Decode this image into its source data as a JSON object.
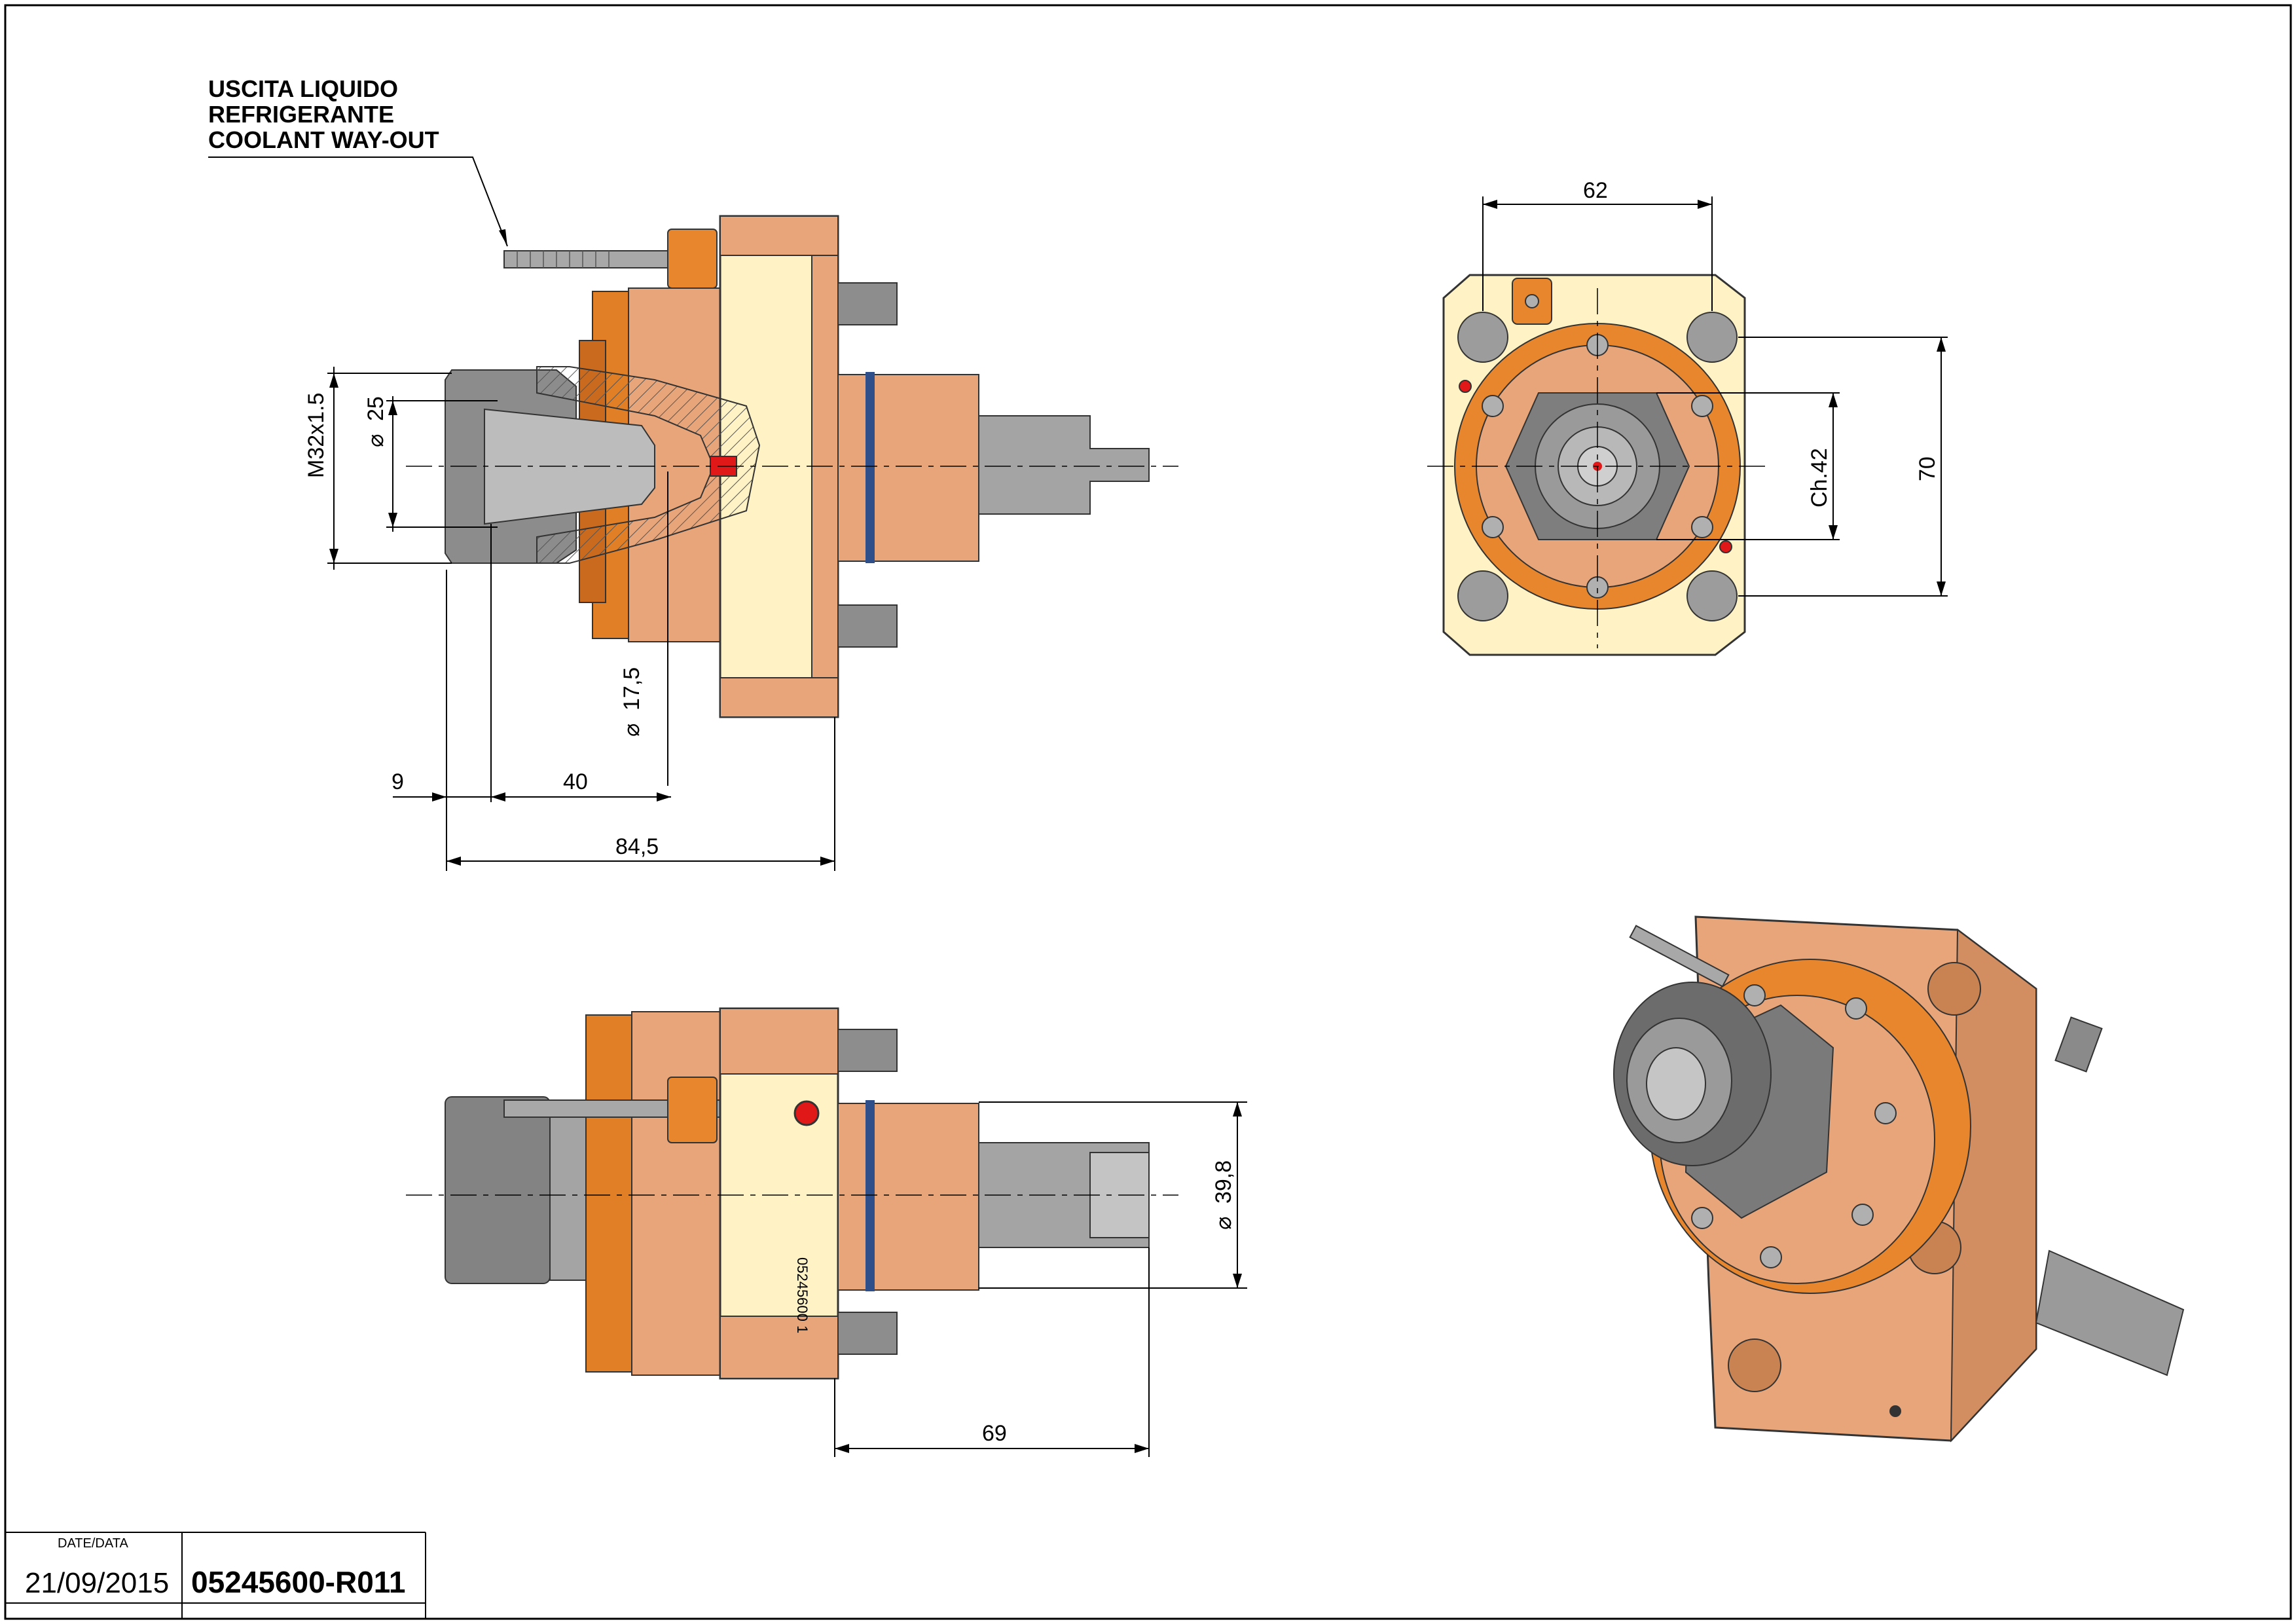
{
  "note": {
    "lines": [
      "USCITA LIQUIDO",
      "REFRIGERANTE",
      "COOLANT WAY-OUT"
    ]
  },
  "dimensions": {
    "m32": "M32x1.5",
    "d25": "25",
    "d17": "17,5",
    "nine": "9",
    "forty": "40",
    "eightyfour": "84,5",
    "sixtytwo": "62",
    "seventy": "70",
    "ch42": "Ch.42",
    "d398": "39,8",
    "sixtynine": "69",
    "diameter_symbol": "⌀"
  },
  "part_marking": "05245600 1",
  "title_block": {
    "date_label": "DATE/DATA",
    "date": "21/09/2015",
    "code": "05245600-R011"
  },
  "colors": {
    "copper": "#e8a57a",
    "orange": "#e8862e",
    "cream": "#fff2c4",
    "steel": "#9c9c9c",
    "oring": "#2f4f8a",
    "coolant": "#e01818"
  }
}
